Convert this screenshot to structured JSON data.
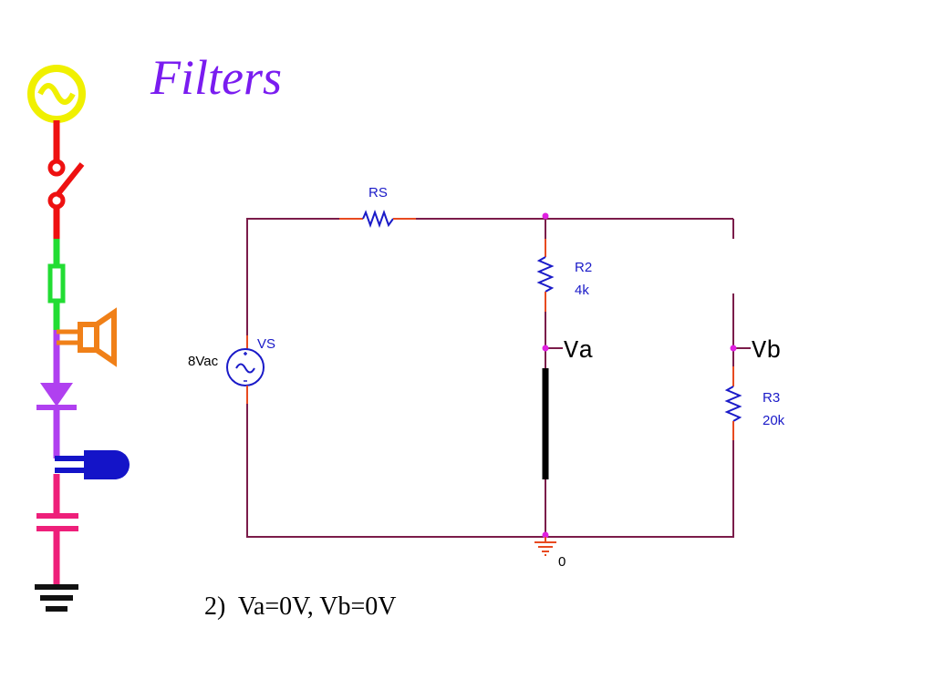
{
  "slide": {
    "title": "Filters",
    "caption": "2)  Va=0V, Vb=0V"
  },
  "circuit": {
    "source": {
      "name": "VS",
      "value": "8Vac"
    },
    "rs": {
      "name": "RS"
    },
    "r2": {
      "name": "R2",
      "value": "4k"
    },
    "r3": {
      "name": "R3",
      "value": "20k"
    },
    "node_a": "Va",
    "node_b": "Vb",
    "ground": "0"
  },
  "sidebar_icons": [
    "ac-source-icon",
    "switch-icon",
    "fuse-icon",
    "speaker-icon",
    "diode-icon",
    "led-icon",
    "capacitor-icon",
    "ground-icon"
  ],
  "colors": {
    "title": "#7a1cf0",
    "wire": "#7b1c4a",
    "component": "#1a1ac8",
    "lead": "#e84a20",
    "node_dot": "#e020e0",
    "short": "#000000"
  }
}
